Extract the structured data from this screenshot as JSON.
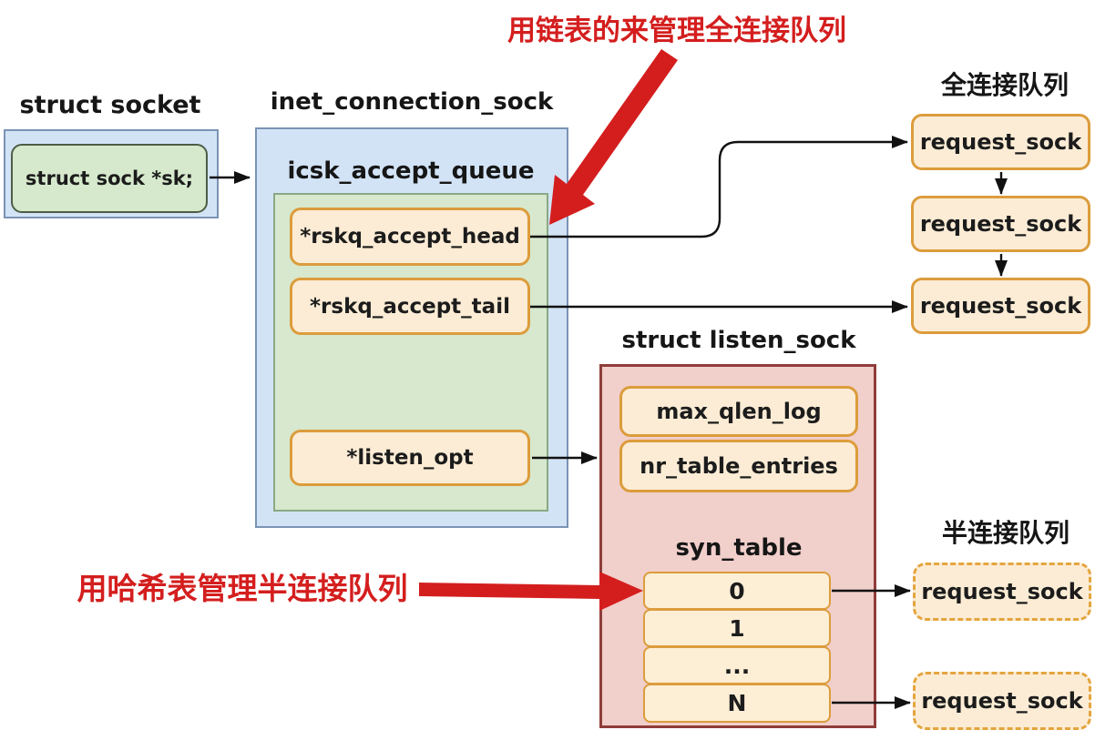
{
  "annotations": {
    "top_note": "用链表的来管理全连接队列",
    "bottom_note": "用哈希表管理半连接队列"
  },
  "socket": {
    "title": "struct socket",
    "field": "struct sock *sk;"
  },
  "inet": {
    "title": "inet_connection_sock",
    "queue_label": "icsk_accept_queue",
    "fields": [
      {
        "label": "*rskq_accept_head"
      },
      {
        "label": "*rskq_accept_tail"
      },
      {
        "label": "*listen_opt"
      }
    ]
  },
  "listen_sock": {
    "title": "struct listen_sock",
    "fields": [
      {
        "label": "max_qlen_log"
      },
      {
        "label": "nr_table_entries"
      }
    ],
    "syn_table_label": "syn_table",
    "slots": [
      {
        "label": "0"
      },
      {
        "label": "1"
      },
      {
        "label": "..."
      },
      {
        "label": "N"
      }
    ]
  },
  "full_queue": {
    "title": "全连接队列",
    "items": [
      {
        "label": "request_sock"
      },
      {
        "label": "request_sock"
      },
      {
        "label": "request_sock"
      }
    ]
  },
  "half_queue": {
    "title": "半连接队列",
    "items": [
      {
        "label": "request_sock"
      },
      {
        "label": "request_sock"
      }
    ]
  },
  "colors": {
    "annotation_red": "#d41e1e",
    "orange_node_border": "#dc9c3c",
    "orange_node_fill": "#fcecd5",
    "green_container_fill": "#d7e8ce",
    "blue_container_fill": "#d2e3f6",
    "pink_container_fill": "#f1cfcb",
    "pink_container_border": "#8f3d3b",
    "connector_black": "#111111"
  }
}
